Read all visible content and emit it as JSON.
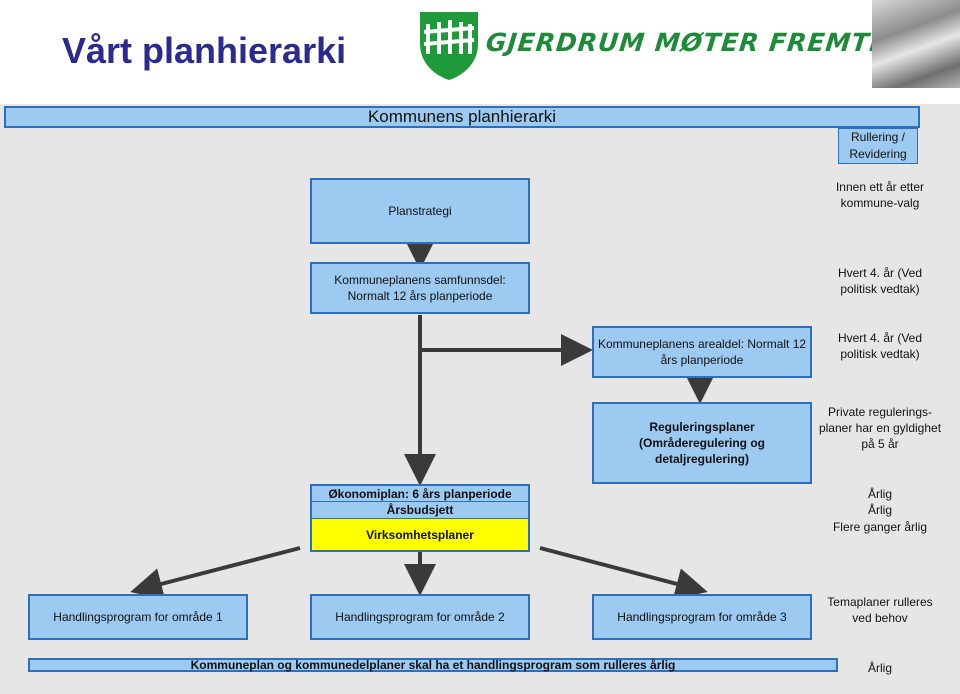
{
  "title": "Vårt planhierarki",
  "logo": {
    "text": "GJERDRUM MØTER FREMTIDEN",
    "shield_color": "#1f9a3a"
  },
  "colors": {
    "box_fill": "#9ccaf1",
    "box_border": "#2a6fc0",
    "highlight": "#ffff00",
    "panel": "#e6e6e6"
  },
  "diagram": {
    "banner": "Kommunens planhierarki",
    "rullering_header": "Rullering / Revidering",
    "planstrategi": "Planstrategi",
    "samfunnsdel": "Kommuneplanens samfunnsdel: Normalt 12 års planperiode",
    "arealdel": "Kommuneplanens arealdel: Normalt 12 års planperiode",
    "reguleringsplaner": "Reguleringsplaner (Områderegulering og detaljregulering)",
    "okonomiplan": "Økonomiplan: 6 års planperiode",
    "arsbudsjett": "Årsbudsjett",
    "virksomhetsplaner": "Virksomhetsplaner",
    "handling_1": "Handlingsprogram for område 1",
    "handling_2": "Handlingsprogram for område 2",
    "handling_3": "Handlingsprogram for område 3",
    "footer": "Kommuneplan og kommunedelplaner skal ha et handlingsprogram som rulleres årlig"
  },
  "rullering": {
    "planstrategi": "Innen ett år etter kommune-valg",
    "samfunnsdel": "Hvert 4. år (Ved politisk vedtak)",
    "arealdel": "Hvert 4. år (Ved politisk vedtak)",
    "regulering": "Private regulerings-planer har en gyldighet på 5 år",
    "okonomiplan": "Årlig",
    "arsbudsjett": "Årlig",
    "virksomhet": "Flere ganger årlig",
    "temaplaner": "Temaplaner rulleres ved behov",
    "footer": "Årlig"
  }
}
